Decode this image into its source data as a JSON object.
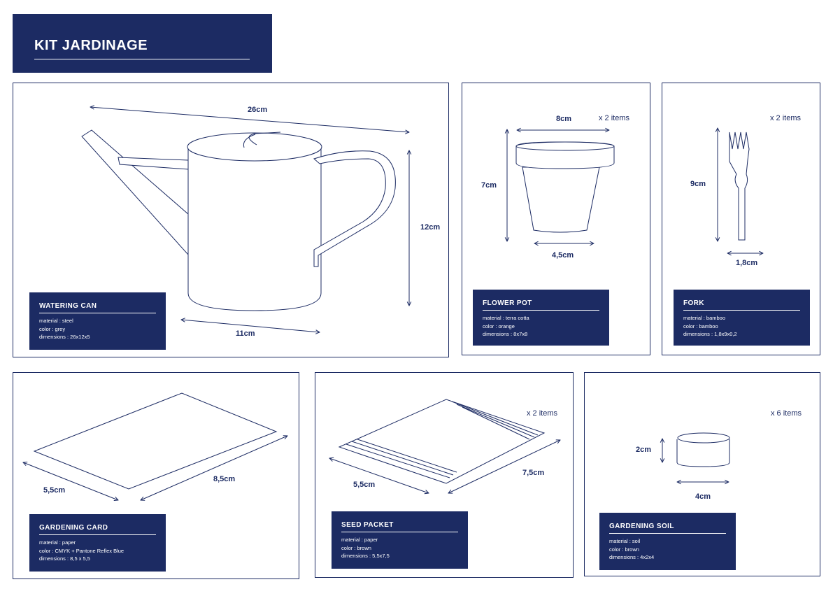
{
  "title": "KIT JARDINAGE",
  "colors": {
    "navy": "#1c2b63",
    "white": "#ffffff"
  },
  "items": {
    "watering_can": {
      "name": "WATERING CAN",
      "material": "material : steel",
      "color": "color : grey",
      "dimensions": "dimensions : 26x12x5",
      "dim_length": "26cm",
      "dim_height": "12cm",
      "dim_base": "11cm"
    },
    "flower_pot": {
      "name": "FLOWER POT",
      "material": "material : terra cotta",
      "color": "color : orange",
      "dimensions": "dimensions : 8x7x8",
      "dim_top": "8cm",
      "dim_height": "7cm",
      "dim_bottom": "4,5cm",
      "quantity": "x 2 items"
    },
    "fork": {
      "name": "FORK",
      "material": "material : bamboo",
      "color": "color : bamboo",
      "dimensions": "dimensions : 1,8x9x0,2",
      "dim_height": "9cm",
      "dim_width": "1,8cm",
      "quantity": "x 2 items"
    },
    "gardening_card": {
      "name": "GARDENING CARD",
      "material": "material : paper",
      "color": "color : CMYK + Pantone Reflex Blue",
      "dimensions": "dimensions : 8,5 x 5,5",
      "dim_short": "5,5cm",
      "dim_long": "8,5cm"
    },
    "seed_packet": {
      "name": "SEED PACKET",
      "material": "material : paper",
      "color": "color : brown",
      "dimensions": "dimensions : 5,5x7,5",
      "dim_short": "5,5cm",
      "dim_long": "7,5cm",
      "quantity": "x 2 items"
    },
    "gardening_soil": {
      "name": "GARDENING SOIL",
      "material": "material : soil",
      "color": "color : brown",
      "dimensions": "dimensions : 4x2x4",
      "dim_height": "2cm",
      "dim_width": "4cm",
      "quantity": "x 6 items"
    }
  }
}
